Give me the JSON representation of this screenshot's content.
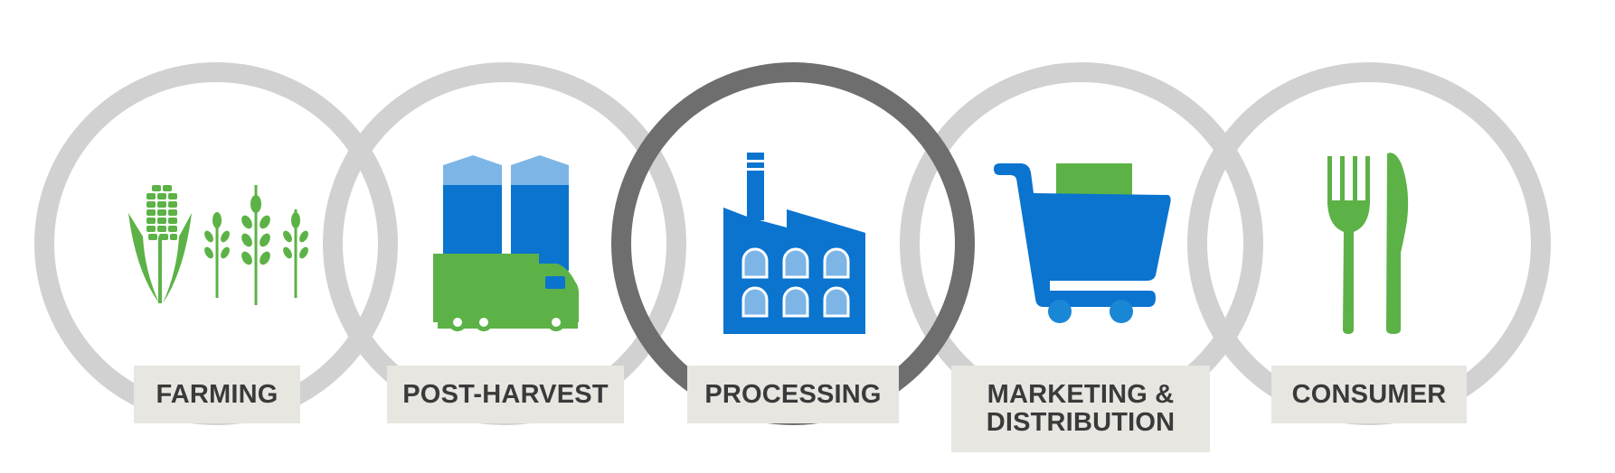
{
  "stages": [
    {
      "id": "farming",
      "label": "FARMING",
      "icon": "corn-wheat-icon",
      "ring_color": "#d1d1d1",
      "highlighted": false
    },
    {
      "id": "post-harvest",
      "label": "POST-HARVEST",
      "icon": "silo-truck-icon",
      "ring_color": "#d1d1d1",
      "highlighted": false
    },
    {
      "id": "processing",
      "label": "PROCESSING",
      "icon": "factory-icon",
      "ring_color": "#6e6e6e",
      "highlighted": true
    },
    {
      "id": "marketing-distribution",
      "label": "MARKETING &\nDISTRIBUTION",
      "icon": "shopping-cart-icon",
      "ring_color": "#d1d1d1",
      "highlighted": false
    },
    {
      "id": "consumer",
      "label": "CONSUMER",
      "icon": "fork-knife-icon",
      "ring_color": "#d1d1d1",
      "highlighted": false
    }
  ],
  "colors": {
    "green": "#5cb246",
    "blue": "#0a74cf",
    "light_blue": "#7db5e6",
    "label_bg": "#e8e6e1",
    "label_text": "#3a3a3a"
  }
}
